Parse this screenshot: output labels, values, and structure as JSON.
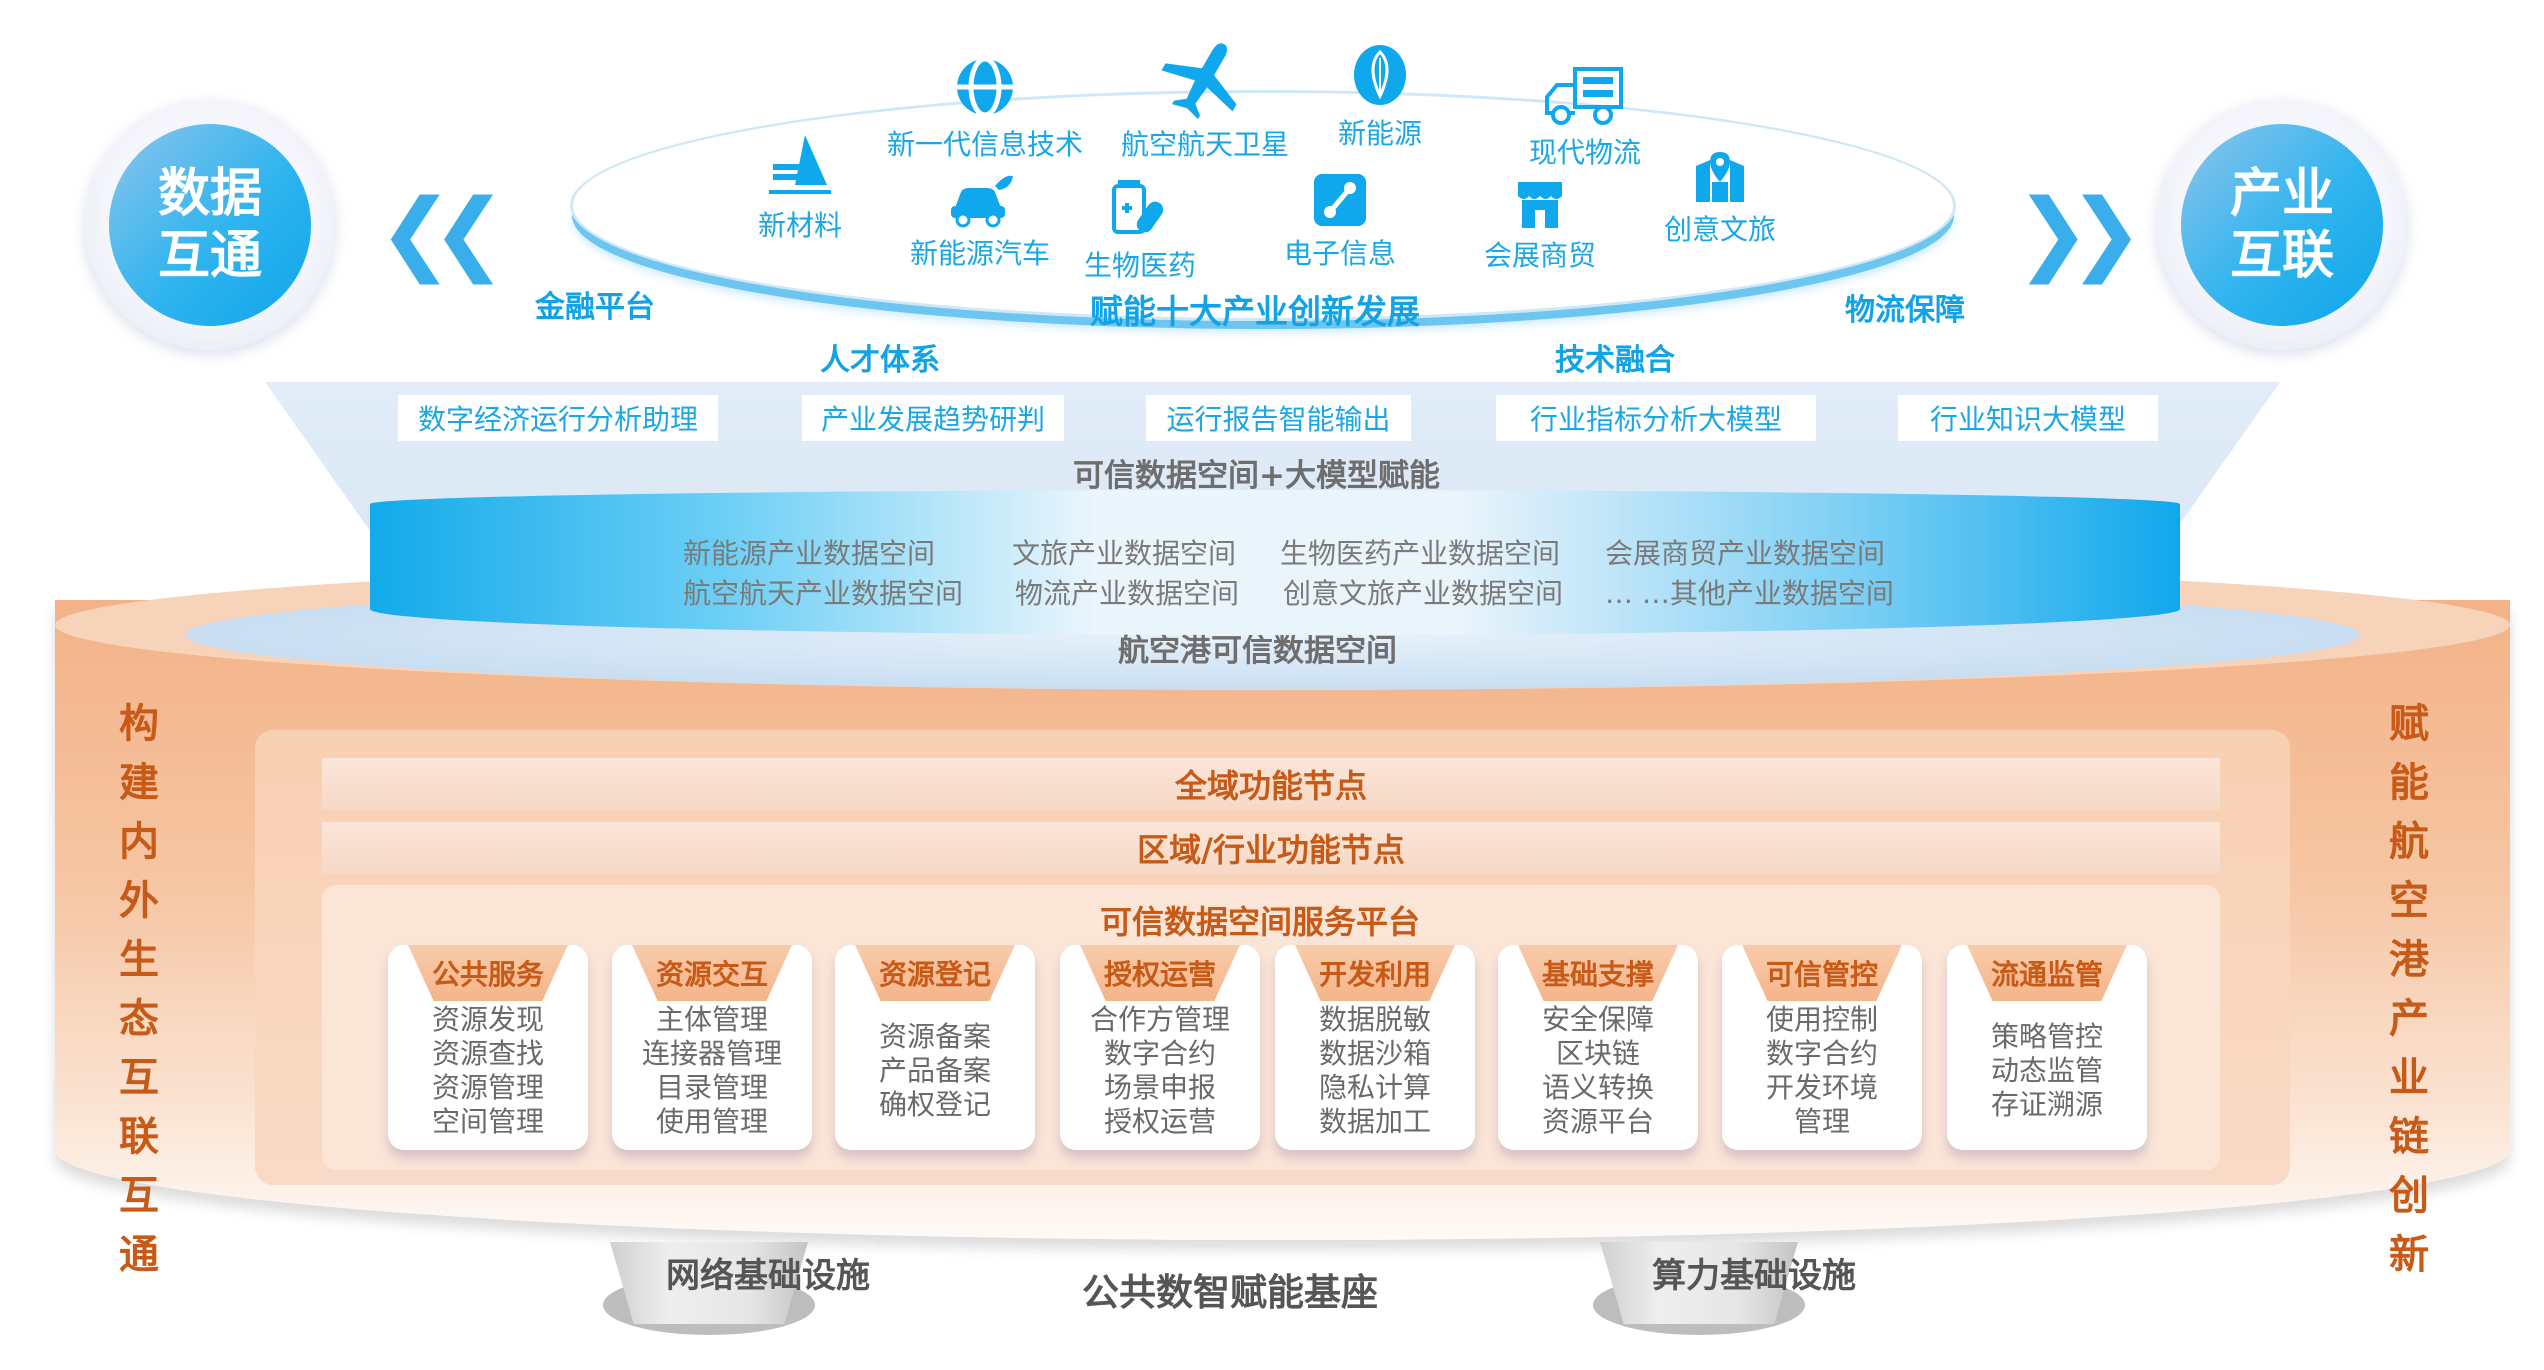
{
  "left_circle": {
    "line1": "数据",
    "line2": "互通"
  },
  "right_circle": {
    "line1": "产业",
    "line2": "互联"
  },
  "left_arrow_icon": "double-chevron-left",
  "right_arrow_icon": "double-chevron-right",
  "industries": [
    {
      "label": "新材料",
      "icon": "layers-mountain-icon"
    },
    {
      "label": "新一代信息技术",
      "icon": "globe-icon"
    },
    {
      "label": "新能源汽车",
      "icon": "eco-car-icon"
    },
    {
      "label": "航空航天卫星",
      "icon": "airplane-icon"
    },
    {
      "label": "生物医药",
      "icon": "medicine-icon"
    },
    {
      "label": "新能源",
      "icon": "leaf-plug-icon"
    },
    {
      "label": "电子信息",
      "icon": "circuit-icon"
    },
    {
      "label": "现代物流",
      "icon": "truck-icon"
    },
    {
      "label": "会展商贸",
      "icon": "storefront-icon"
    },
    {
      "label": "创意文旅",
      "icon": "map-pin-icon"
    }
  ],
  "ellipse_title": "赋能十大产业创新发展",
  "supports": {
    "finance": "金融平台",
    "talent": "人才体系",
    "tech": "技术融合",
    "logistics": "物流保障"
  },
  "models": [
    "数字经济运行分析助理",
    "产业发展趋势研判",
    "运行报告智能输出",
    "行业指标分析大模型",
    "行业知识大模型"
  ],
  "funnel_title": "可信数据空间+大模型赋能",
  "data_spaces": {
    "row1": [
      "新能源产业数据空间",
      "文旅产业数据空间",
      "生物医药产业数据空间",
      "会展商贸产业数据空间"
    ],
    "row2": [
      "航空航天产业数据空间",
      "物流产业数据空间",
      "创意文旅产业数据空间",
      "… …其他产业数据空间"
    ]
  },
  "airport_space_title": "航空港可信数据空间",
  "left_vertical": "构建内外生态互联互通",
  "right_vertical": "赋能航空港产业链创新",
  "nodes": {
    "global": "全域功能节点",
    "regional": "区域/行业功能节点"
  },
  "platform_title": "可信数据空间服务平台",
  "cards": [
    {
      "title": "公共服务",
      "items": [
        "资源发现",
        "资源查找",
        "资源管理",
        "空间管理"
      ]
    },
    {
      "title": "资源交互",
      "items": [
        "主体管理",
        "连接器管理",
        "目录管理",
        "使用管理"
      ]
    },
    {
      "title": "资源登记",
      "items": [
        "资源备案",
        "产品备案",
        "确权登记"
      ]
    },
    {
      "title": "授权运营",
      "items": [
        "合作方管理",
        "数字合约",
        "场景申报",
        "授权运营"
      ]
    },
    {
      "title": "开发利用",
      "items": [
        "数据脱敏",
        "数据沙箱",
        "隐私计算",
        "数据加工"
      ]
    },
    {
      "title": "基础支撑",
      "items": [
        "安全保障",
        "区块链",
        "语义转换",
        "资源平台"
      ]
    },
    {
      "title": "可信管控",
      "items": [
        "使用控制",
        "数字合约",
        "开发环境",
        "管理"
      ]
    },
    {
      "title": "流通监管",
      "items": [
        "策略管控",
        "动态监管",
        "存证溯源"
      ]
    }
  ],
  "base": {
    "network": "网络基础设施",
    "title": "公共数智赋能基座",
    "compute": "算力基础设施"
  },
  "colors": {
    "blue": "#12a3e6",
    "orange_text": "#c85a18",
    "orange_fill": "#f3b287",
    "gray_text": "#6a6a6a"
  }
}
